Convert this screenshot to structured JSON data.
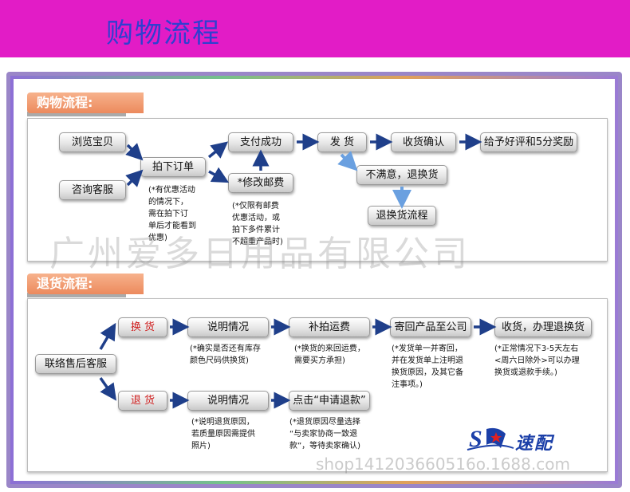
{
  "header": {
    "title": "购物流程"
  },
  "shopping": {
    "tab": "购物流程:",
    "browse": "浏览宝贝",
    "consult": "咨询客服",
    "order": "拍下订单",
    "pay": "支付成功",
    "modify_post": "*修改邮费",
    "ship": "发 货",
    "confirm": "收货确认",
    "praise": "给予好评和5分奖励",
    "unsatisfied": "不满意，退换货",
    "return_flow": "退换货流程",
    "note_order": [
      "(*有优惠活动",
      "的情况下，",
      "需在拍下订",
      "单后才能看到",
      "优惠)"
    ],
    "note_post": [
      "(*仅限有邮费",
      "优惠活动，或",
      "拍下多件累计",
      "不超重产品时)"
    ]
  },
  "returns": {
    "tab": "退货流程:",
    "contact": "联络售后客服",
    "exchange": "换 货",
    "refund": "退 货",
    "explain1": "说明情况",
    "extra_fee": "补拍运费",
    "send_back": "寄回产品至公司",
    "receive": "收货，办理退换货",
    "explain2": "说明情况",
    "apply": "点击“申请退款”",
    "note_explain1": [
      "(*确实是否还有库存",
      "颜色尺码供换货)"
    ],
    "note_fee": [
      "(*换货的来回运费，",
      "需要买方承担)"
    ],
    "note_send": [
      "(*发货单一并寄回，",
      "并在发货单上注明退",
      "换货原因，及其它备",
      "注事项。)"
    ],
    "note_receive": [
      "(*正常情况下3-5天左右",
      "<周六日除外>可以办理",
      "换货或退款手续。)"
    ],
    "note_explain2": [
      "(*说明退货原因，",
      "若质量原因需提供",
      "照片)"
    ],
    "note_apply": [
      "(*退货原因尽量选择",
      "“与卖家协商一致退",
      "款”，等待卖家确认)"
    ]
  },
  "watermark": "广州爱多日用品有限公司",
  "watermark_url": "shop141203660516o.1688.com",
  "logo": {
    "text": "速配"
  }
}
